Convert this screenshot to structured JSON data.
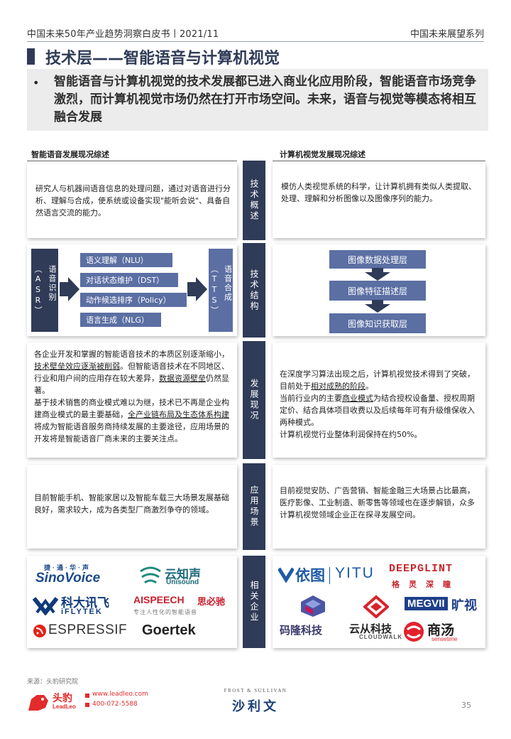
{
  "header": {
    "left": "中国未来50年产业趋势洞察白皮书丨2021/11",
    "right": "中国未来展望系列"
  },
  "title": "技术层——智能语音与计算机视觉",
  "summary": {
    "bullet": "•",
    "text": "智能语音与计算机视觉的技术发展都已进入商业化应用阶段，智能语音市场竞争激烈，而计算机视觉市场仍然在打开市场空间。未来，语音与视觉等模态将相互融合发展"
  },
  "left_title": "智能语音发展现况综述",
  "right_title": "计算机视觉发展现况综述",
  "row_labels": {
    "overview": "技术概述",
    "structure": "技术结构",
    "status": "发展现况",
    "scenes": "应用场景",
    "companies": "相关企业"
  },
  "voice": {
    "overview": "研究人与机器间语音信息的处理问题，通过对语音进行分析、理解与合成，使系统或设备实现\"能听会说\"、具备自然语言交流的能力。",
    "asr": "语音识别",
    "asr_abbr": "（ASR）",
    "tts": "语音合成",
    "tts_abbr": "（TTS）",
    "pipeline": [
      "语义理解（NLU）",
      "对话状态维护（DST）",
      "动作候选排序（Policy）",
      "语言生成（NLG）"
    ],
    "status_p1a": "各企业开发和掌握的智能语音技术的本质区别逐渐缩小，",
    "status_p1b": "技术壁垒效应逐渐被削弱",
    "status_p1c": "。但智能语音技术在不同地区、行业和用户间的应用存在较大差异，",
    "status_p1d": "数据资源壁垒",
    "status_p1e": "仍然显著。",
    "status_p2a": "基于技术销售的商业模式难以为继，技术已不再是企业构建商业模式的最主要基础，",
    "status_p2b": "全产业链布局及生态体系构建",
    "status_p2c": "将成为智能语音服务商持续发展的主要途径，应用场景的开发将是智能语音厂商未来的主要关注点。",
    "scenes": "目前智能手机、智能家居以及智能车载三大场景发展基础良好，需求较大，成为各类型厂商激烈争夺的领域。",
    "logos": {
      "sinovoice_cn": "捷·通·华·声",
      "sinovoice": "SinoVoice",
      "unisound_cn": "云知声",
      "unisound": "Unisound",
      "iflytek_cn": "科大讯飞",
      "iflytek": "iFLYTEK",
      "aispeech": "AISPEECH",
      "aispeech_cn": "思必驰",
      "aispeech_slogan": "专注人性化的智能语音",
      "espressif": "ESPRESSIF",
      "goertek": "Goertek"
    }
  },
  "vision": {
    "overview": "模仿人类视觉系统的科学，让计算机拥有类似人类提取、处理、理解和分析图像以及图像序列的能力。",
    "layers": [
      "图像数据处理层",
      "图像特征描述层",
      "图像知识获取层"
    ],
    "status_a": "在深度学习算法出现之后，计算机视觉技术得到了突破，目前处于",
    "status_b": "相对成熟的阶段",
    "status_c": "。",
    "status_d": "当前行业内的主要",
    "status_e": "商业模式",
    "status_f": "为结合授权设备量、授权周期定价、结合具体项目收费以及后续每年可有升级维保收入两种模式。",
    "status_g": "计算机视觉行业整体利润保持在约50%。",
    "scenes": "目前视觉安防、广告营销、智能金融三大场景占比最高，医疗影像、工业制造、新零售等领域也在逐步解锁，众多计算机视觉领域企业正在探寻发展空间。",
    "logos": {
      "yitu_cn": "依图",
      "yitu": "YITU",
      "deepglint": "DEEPGLINT",
      "deepglint_cn": "格灵深瞳",
      "malong": "码隆科技",
      "cloudwalk_cn": "云从科技",
      "cloudwalk": "CLOUDWALK",
      "megvii": "MEGVII",
      "megvii_cn": "旷视",
      "sensetime_cn": "商汤",
      "sensetime": "sensetime"
    }
  },
  "footer": {
    "source": "来源：头豹研究院",
    "leadleo_cn": "头豹",
    "leadleo": "LeadLeo",
    "web": "www.leadleo.com",
    "phone": "400-072-5588",
    "fs_en": "FROST & SULLIVAN",
    "fs_cn": "沙利文",
    "page": "35"
  },
  "colors": {
    "navy": "#2f3b57",
    "blue": "#5b6fa3",
    "grey_bg": "#ececec"
  }
}
